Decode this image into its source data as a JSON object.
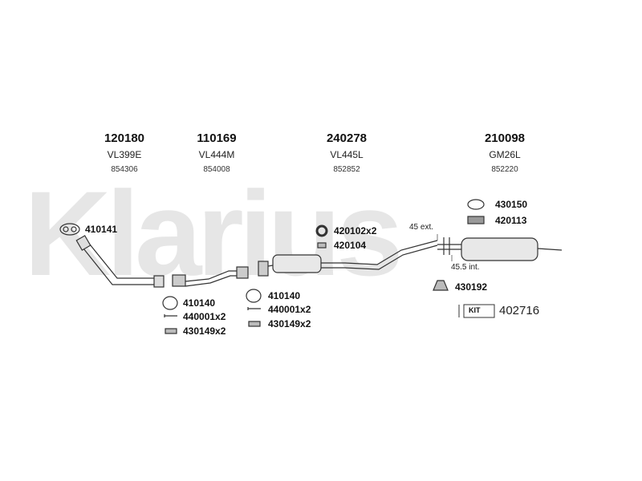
{
  "watermark": "Klarius",
  "parts": [
    {
      "part_no": "120180",
      "ref": "VL399E",
      "oe": "854306"
    },
    {
      "part_no": "110169",
      "ref": "VL444M",
      "oe": "854008"
    },
    {
      "part_no": "240278",
      "ref": "VL445L",
      "oe": "852852"
    },
    {
      "part_no": "210098",
      "ref": "GM26L",
      "oe": "852220"
    }
  ],
  "accessories": [
    "410141",
    "410140",
    "440001x2",
    "430149x2",
    "410140",
    "440001x2",
    "430149x2",
    "420102x2",
    "420104",
    "430150",
    "420113",
    "430192"
  ],
  "dimensions": {
    "ext": "45 ext.",
    "int": "45.5 int."
  },
  "kit": {
    "badge": "KIT",
    "number": "402716"
  }
}
